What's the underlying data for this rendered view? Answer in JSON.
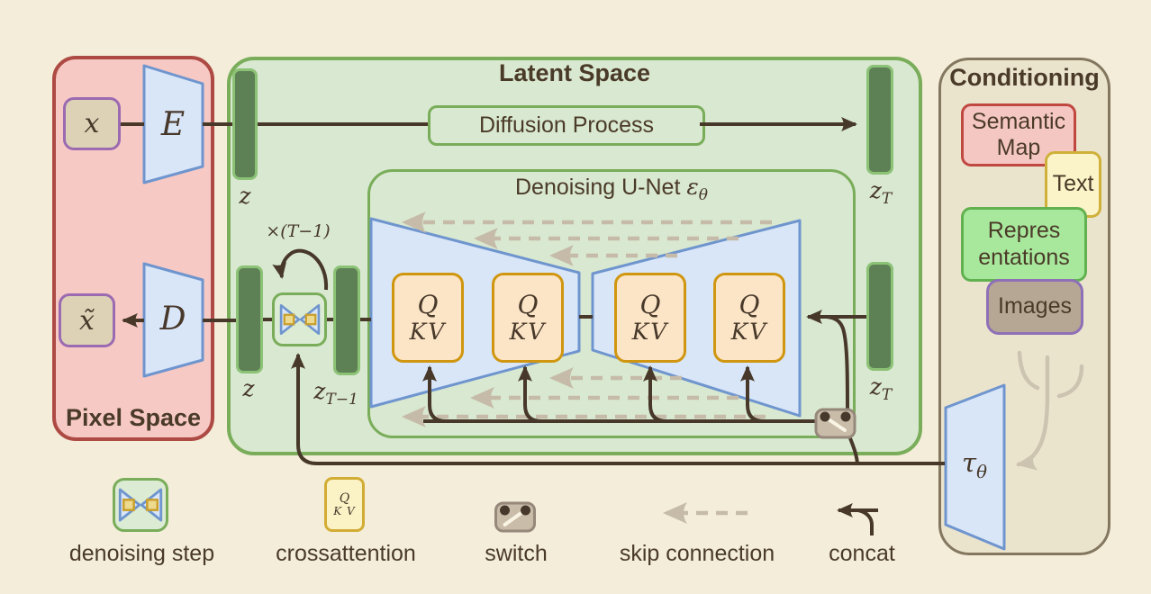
{
  "colors": {
    "background": "#f3edd9",
    "ink": "#4a3a28",
    "line_dark": "#47382a",
    "pixel_fill": "#f7c9c5",
    "pixel_border": "#ae4a44",
    "latent_fill": "#d9e8d0",
    "latent_border": "#79ad5a",
    "bar_fill": "#5d8155",
    "bar_border": "#8cc276",
    "blue_fill": "#d9e6f8",
    "blue_border": "#6f95ce",
    "qkv_fill": "#fce4c6",
    "qkv_border": "#d0960f",
    "crossatt_fill": "#fbf2c6",
    "crossatt_border": "#d2ad35",
    "cond_fill": "#ebe4cd",
    "cond_border": "#84775f",
    "semantic_fill": "#f5c7c3",
    "semantic_border": "#c04841",
    "text_fill": "#fcf4c9",
    "text_border": "#cfb03a",
    "repr_fill": "#a8e89d",
    "repr_border": "#62b150",
    "images_fill": "#b5a793",
    "images_border": "#8f70b8",
    "x_box_fill": "#ddd2b6",
    "x_box_border": "#9b6ab1",
    "switch_fill": "#c9bca9",
    "switch_border": "#96887a",
    "skip_gray": "#c5bba8",
    "tree_gray": "#ccc3b1",
    "bowtie_square_fill": "#eeda8f",
    "bowtie_square_border": "#c9a02c"
  },
  "pixel_space": {
    "title": "Pixel Space",
    "x": "x",
    "x_tilde": "x̃",
    "encoder": "E",
    "decoder": "D"
  },
  "latent_space": {
    "title": "Latent Space",
    "diffusion_process": "Diffusion Process",
    "z_top": "z",
    "z_bottom": "z",
    "z_T_top": {
      "main": "z",
      "sub": "T"
    },
    "z_T_mid": {
      "main": "z",
      "sub": "T"
    },
    "z_T_minus_1": {
      "main": "z",
      "sub": "T−1"
    },
    "loop_label": "×(T−1)",
    "unet_title": {
      "prefix": "Denoising U-Net ",
      "symbol": "ε",
      "sub": "θ"
    },
    "qkv_blocks": [
      {
        "q": "Q",
        "kv": "KV"
      },
      {
        "q": "Q",
        "kv": "KV"
      },
      {
        "q": "Q",
        "kv": "KV"
      },
      {
        "q": "Q",
        "kv": "KV"
      }
    ]
  },
  "conditioning": {
    "title": "Conditioning",
    "semantic_map": {
      "line1": "Semantic",
      "line2": "Map"
    },
    "text": "Text",
    "representations": {
      "line1": "Repres",
      "line2": "entations"
    },
    "images": "Images",
    "tau": {
      "main": "τ",
      "sub": "θ"
    }
  },
  "legend": {
    "denoising_step": "denoising step",
    "crossattention": "crossattention",
    "crossattention_icon": {
      "q": "Q",
      "kv": "K V"
    },
    "switch": "switch",
    "skip_connection": "skip connection",
    "concat": "concat"
  }
}
